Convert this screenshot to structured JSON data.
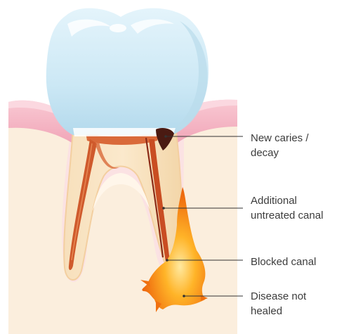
{
  "annotations": [
    {
      "id": "caries",
      "text": "New caries /\ndecay"
    },
    {
      "id": "untreated",
      "text": "Additional\nuntreated canal"
    },
    {
      "id": "blocked",
      "text": "Blocked canal"
    },
    {
      "id": "disease",
      "text": "Disease not\nhealed"
    }
  ],
  "colors": {
    "bone": "#fbeedd",
    "gum": "#f5b8c6",
    "crown": "#cfe9f6",
    "root": "#f6dcb4",
    "canal": "#cf5a2c",
    "decay": "#4a1a12",
    "infection": "#f07a10",
    "leader": "#333333"
  }
}
